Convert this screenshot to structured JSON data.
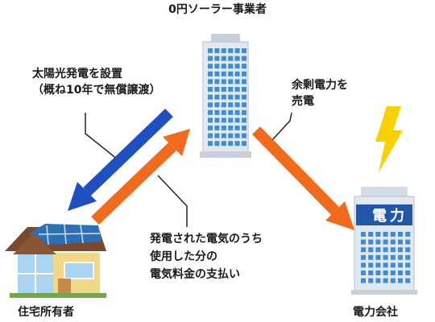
{
  "labels": {
    "operator": "0円ソーラー事業者",
    "install": [
      "太陽光発電を設置",
      "（概ね10年で無償譲渡）"
    ],
    "surplus": [
      "余剰電力を",
      "売電"
    ],
    "payment": [
      "発電された電気のうち",
      "使用した分の",
      "電気料金の支払い"
    ],
    "homeowner": "住宅所有者",
    "utility": "電力会社",
    "utility_sign": [
      "電",
      "力"
    ]
  },
  "colors": {
    "blue_arrow": "#1f4fc1",
    "orange_arrow": "#f26a1b",
    "bolt": "#f5d200",
    "building": "#e3e7ee",
    "building_window": "#3a8fd6",
    "roof": "#7b4a2e",
    "house_wall": "#f2d68a",
    "solar_panel": "#2a6fb8"
  },
  "icons": {
    "operator": "office-building-icon",
    "homeowner": "house-with-solar-panels-icon",
    "utility": "power-company-building-icon",
    "bolt": "lightning-bolt-icon"
  }
}
